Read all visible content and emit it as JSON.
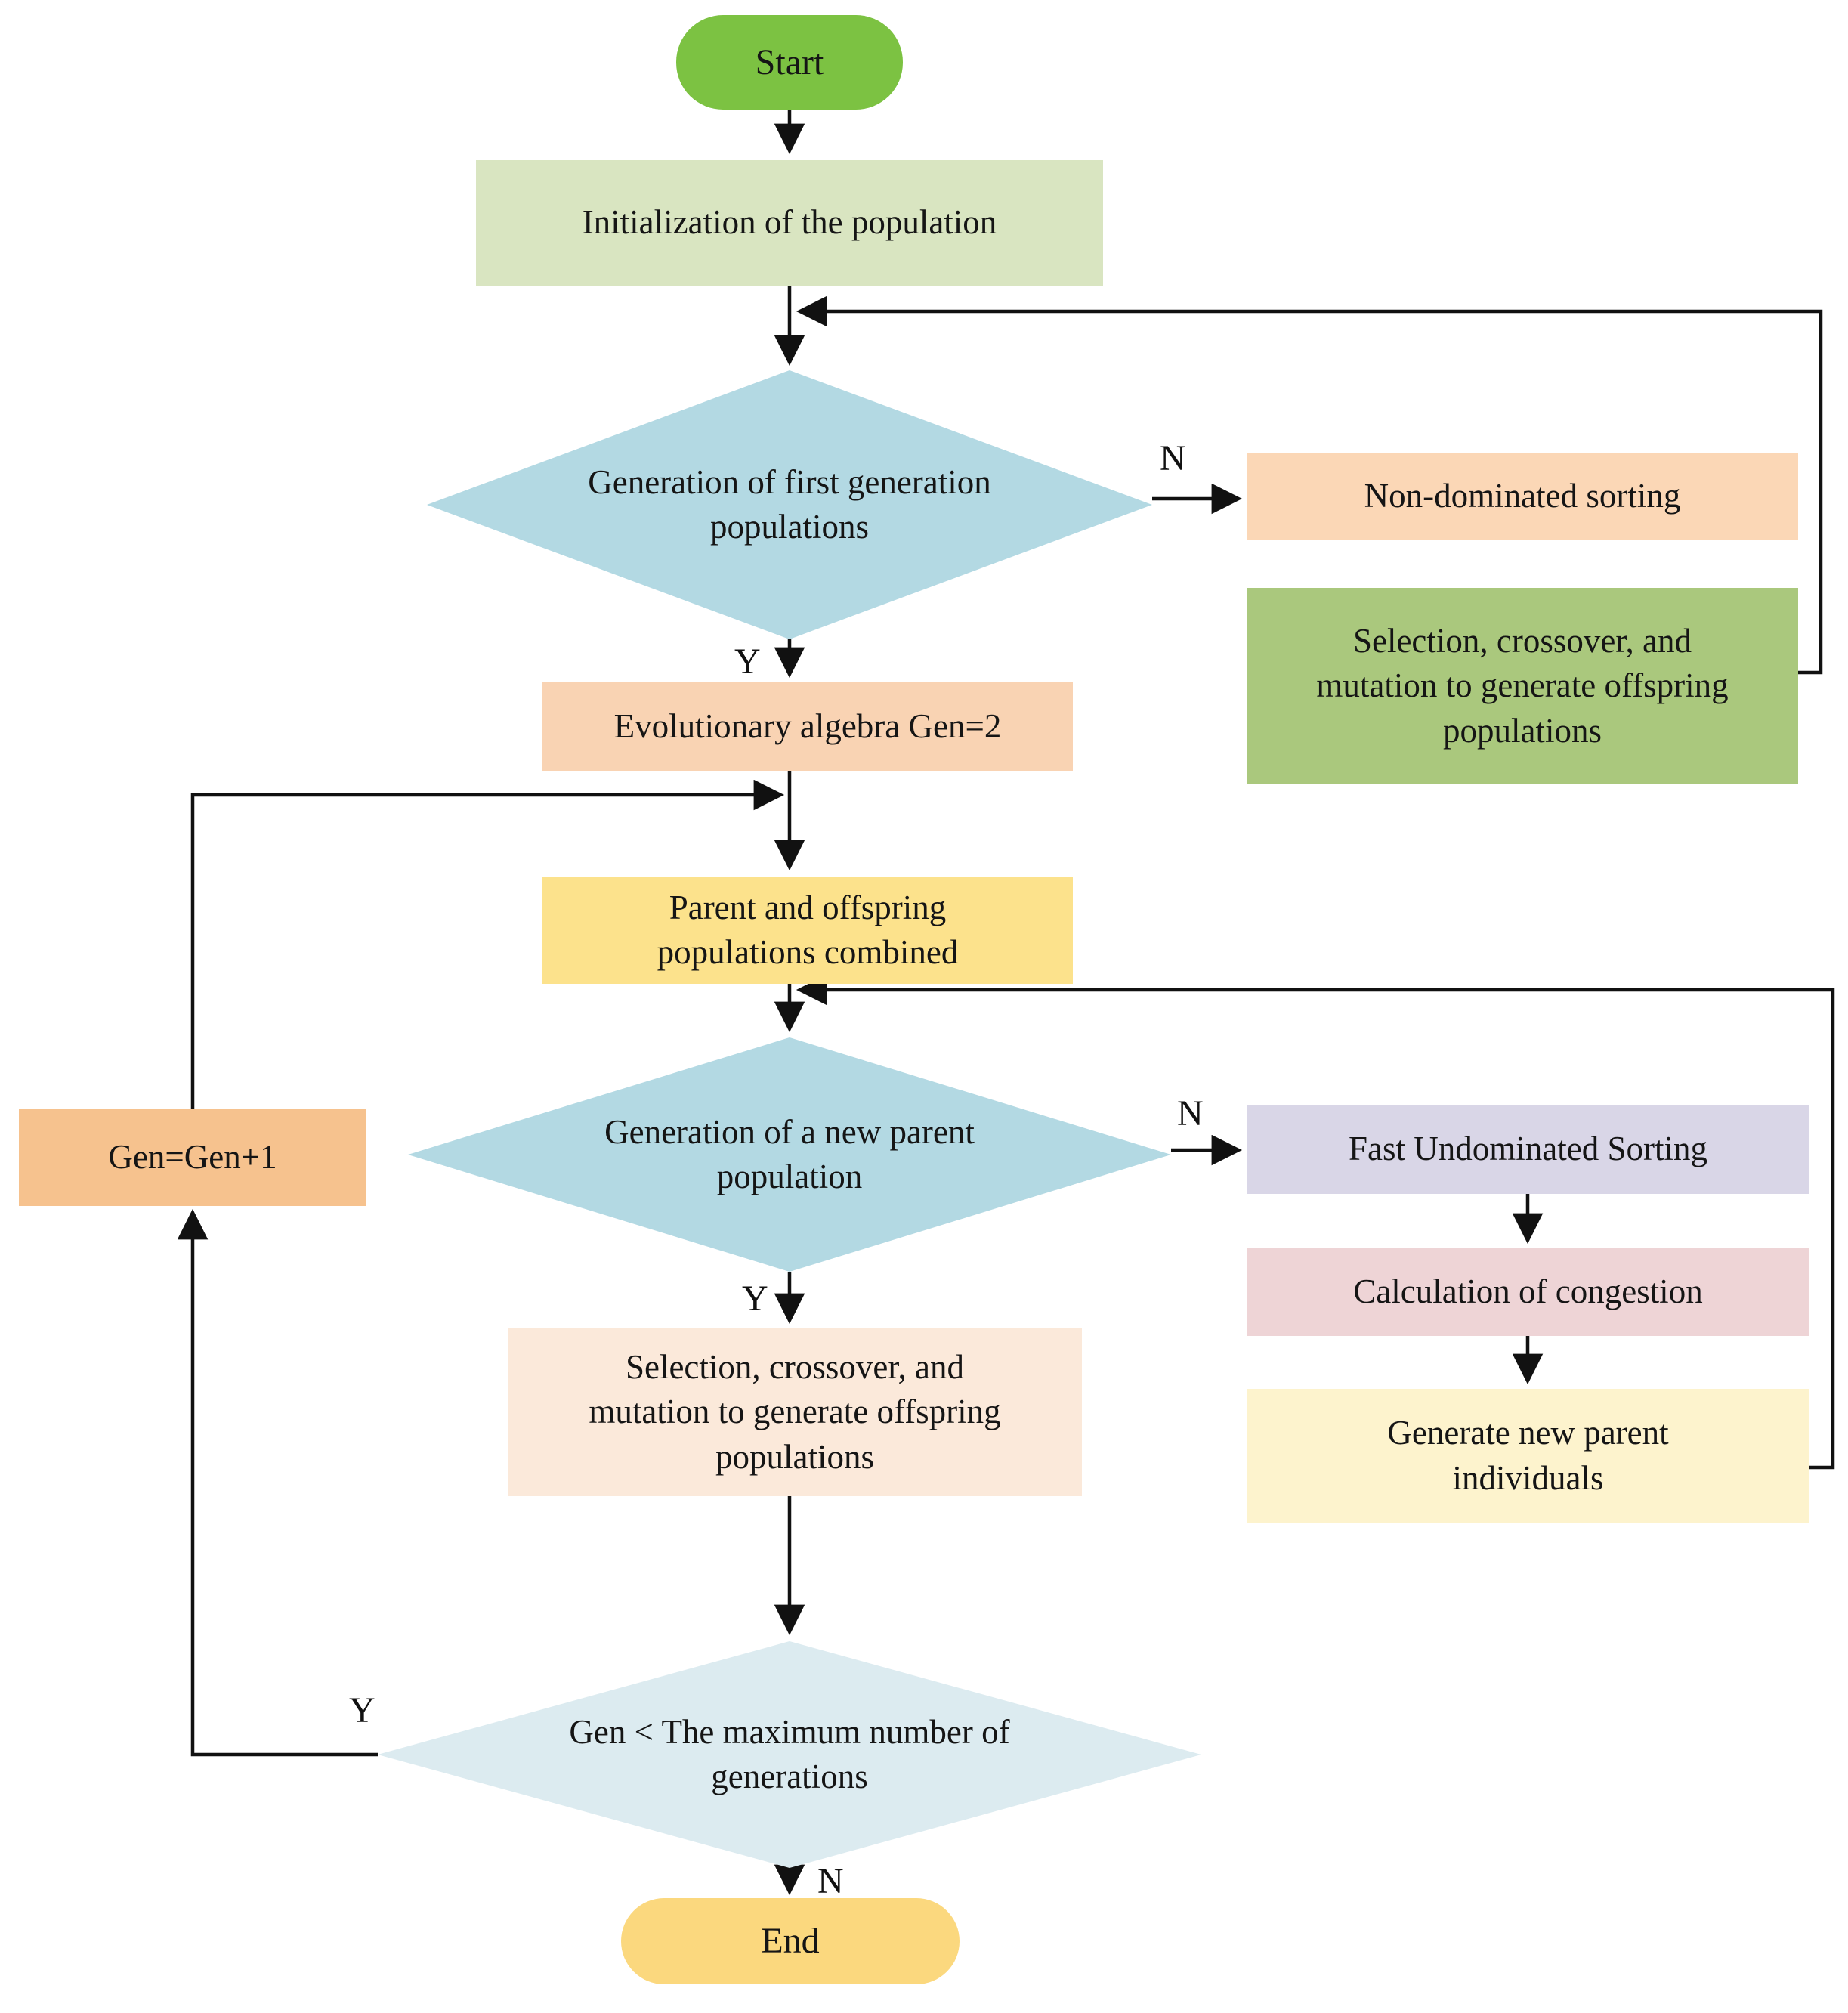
{
  "nodes": {
    "start": {
      "label": "Start"
    },
    "init": {
      "label": "Initialization of the population"
    },
    "d1": {
      "label": "Generation of first generation\npopulations"
    },
    "nondominated": {
      "label": "Non-dominated sorting"
    },
    "offspring1": {
      "label": "Selection, crossover, and\nmutation to generate offspring\npopulations"
    },
    "evolution": {
      "label": "Evolutionary algebra Gen=2"
    },
    "combined": {
      "label": "Parent and offspring\npopulations combined"
    },
    "d2": {
      "label": "Generation of a new parent\npopulation"
    },
    "fast": {
      "label": "Fast Undominated Sorting"
    },
    "congestion": {
      "label": "Calculation of congestion"
    },
    "newparent": {
      "label": "Generate new parent\nindividuals"
    },
    "genplus": {
      "label": "Gen=Gen+1"
    },
    "offspring2": {
      "label": "Selection, crossover, and\nmutation to generate offspring\npopulations"
    },
    "d3": {
      "label": "Gen < The maximum number of\ngenerations"
    },
    "end": {
      "label": "End"
    }
  },
  "edge_labels": {
    "d1_no": "N",
    "d1_yes": "Y",
    "d2_no": "N",
    "d2_yes": "Y",
    "d3_yes": "Y",
    "d3_no": "N"
  },
  "colors": {
    "start": "#7cc242",
    "init": "#d9e5c1",
    "decision": "#b3d9e3",
    "decision_light": "#dcebf0",
    "nondominated": "#fbd7b6",
    "offspring1": "#aac87d",
    "evolution": "#f9d3b3",
    "combined": "#fce28c",
    "fast": "#d9d6e7",
    "congestion": "#eed4d6",
    "newparent": "#fdf3cd",
    "genplus": "#f6c28e",
    "offspring2": "#fbe9da",
    "end": "#fbd87e",
    "line": "#111111"
  }
}
